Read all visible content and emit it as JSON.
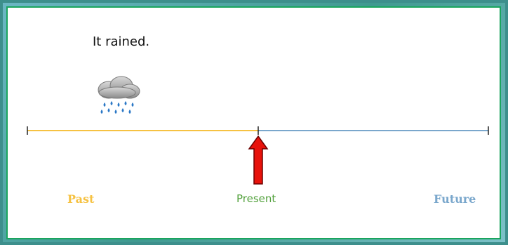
{
  "slide": {
    "caption": "It rained.",
    "icon": "rain-cloud-icon",
    "labels": {
      "past": "Past",
      "present": "Present",
      "future": "Future"
    }
  },
  "colors": {
    "past": "#f6c243",
    "present": "#54a23e",
    "future": "#7aa7cc",
    "arrow": "#e8120b",
    "border": "#1aa55e"
  }
}
